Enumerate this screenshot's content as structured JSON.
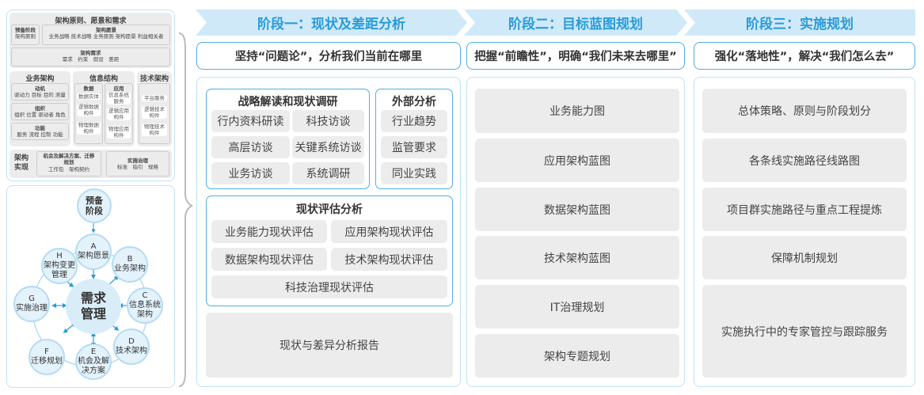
{
  "left_top": {
    "title": "架构原则、愿景和需求",
    "prep": {
      "title": "预备阶段",
      "items": "架构原则"
    },
    "vision": {
      "title": "架构愿景",
      "items": "业务战略 技术战略 业务原则 架构愿景 利益相关者"
    },
    "needs": {
      "title": "架构需求",
      "items": "需求　约束　假设　差距"
    },
    "biz": {
      "title": "业务架构",
      "groups": [
        {
          "title": "动机",
          "items": "驱动力 目标 目的 测量"
        },
        {
          "title": "组织",
          "items": "组织 位置 驱动者 角色"
        },
        {
          "title": "功能",
          "items": "服务 流程 控制 功能"
        }
      ]
    },
    "info": {
      "title": "信息结构",
      "data": {
        "title": "数据",
        "items": [
          "数据实体",
          "逻辑数据构件",
          "物理数据构件"
        ]
      },
      "app": {
        "title": "应用",
        "items": [
          "信息系统服务",
          "逻辑应用构件",
          "物理应用构件"
        ]
      }
    },
    "tech": {
      "title": "技术架构",
      "items": [
        "平台服务",
        "逻辑技术构件",
        "物理技术构件"
      ]
    },
    "impl": {
      "title": "架构实现",
      "opp": {
        "title": "机会及解决方案、迁移规划",
        "items": "工作包　架构契约"
      },
      "gov": {
        "title": "实施治理",
        "items": "标准　指引　规格"
      }
    }
  },
  "cycle": {
    "center": "需求管理",
    "prep": "预备阶段",
    "nodes": [
      {
        "letter": "A",
        "label": "架构愿景"
      },
      {
        "letter": "B",
        "label": "业务架构"
      },
      {
        "letter": "C",
        "label": "信息系统架构"
      },
      {
        "letter": "D",
        "label": "技术架构"
      },
      {
        "letter": "E",
        "label": "机会及解决方案"
      },
      {
        "letter": "F",
        "label": "迁移规划"
      },
      {
        "letter": "G",
        "label": "实施治理"
      },
      {
        "letter": "H",
        "label": "架构变更管理"
      }
    ]
  },
  "stages": [
    {
      "title": "阶段一：现状及差距分析",
      "motto": "坚持“问题论”，分析我们当前在哪里",
      "survey": {
        "title": "战略解读和现状调研",
        "items": [
          "行内资料研读",
          "科技访谈",
          "高层访谈",
          "关键系统访谈",
          "业务访谈",
          "系统调研"
        ]
      },
      "external": {
        "title": "外部分析",
        "items": [
          "行业趋势",
          "监管要求",
          "同业实践"
        ]
      },
      "assess": {
        "title": "现状评估分析",
        "items": [
          "业务能力现状评估",
          "应用架构现状评估",
          "数据架构现状评估",
          "技术架构现状评估",
          "科技治理现状评估"
        ]
      },
      "report": "现状与差异分析报告"
    },
    {
      "title": "阶段二：目标蓝图规划",
      "motto": "把握“前瞻性”，明确“我们未来去哪里”",
      "items": [
        "业务能力图",
        "应用架构蓝图",
        "数据架构蓝图",
        "技术架构蓝图",
        "IT治理规划",
        "架构专题规划"
      ]
    },
    {
      "title": "阶段三：实施规划",
      "motto": "强化“落地性”，解决“我们怎么去”",
      "items": [
        "总体策略、原则与阶段划分",
        "各条线实施路径线路图",
        "项目群实施路径与重点工程提炼",
        "保障机制规划",
        "实施执行中的专家管控与跟踪服务"
      ]
    }
  ],
  "colors": {
    "accent": "#2a9bd8",
    "header_bg": "#cfe9f8",
    "border": "#4fb0e0",
    "cell": "#ececec"
  }
}
